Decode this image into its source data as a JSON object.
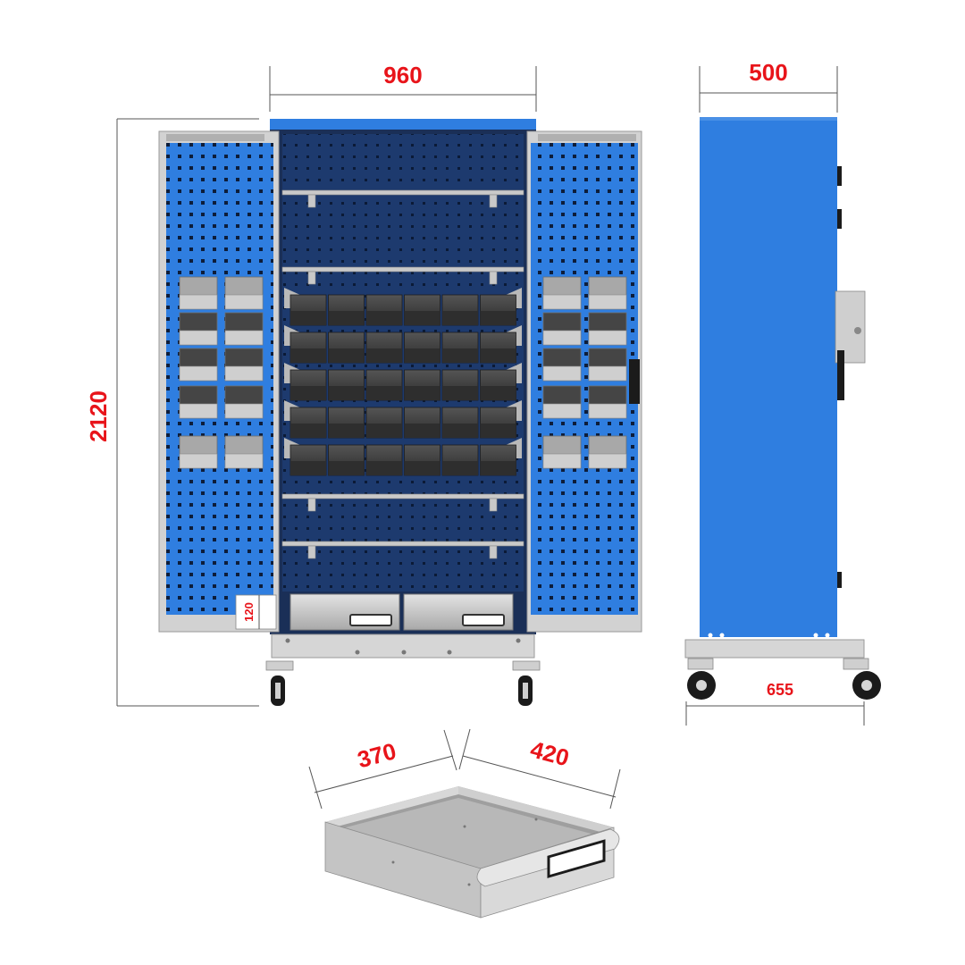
{
  "dimensions": {
    "width": "960",
    "depth": "500",
    "height": "2120",
    "drawer_height": "120",
    "wheelbase": "655",
    "drawer_depth": "370",
    "drawer_width": "420"
  },
  "colors": {
    "dimension_text": "#e8141a",
    "cabinet_blue": "#2f7ee0",
    "interior_navy": "#1d3a6e",
    "steel_gray": "#c7c7c7",
    "bin_dark": "#3a3a3a"
  }
}
